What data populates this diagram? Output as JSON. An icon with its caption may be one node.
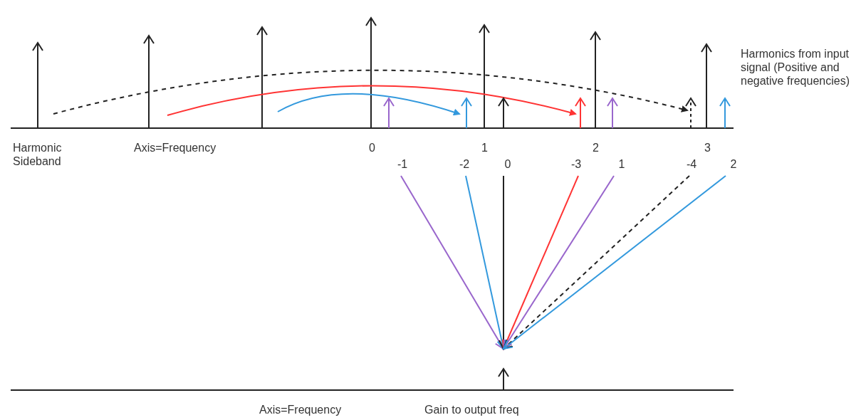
{
  "diagram": {
    "nodes": [
      {
        "text": [
          "-1"
        ]
      },
      {
        "text": [
          "-2"
        ]
      },
      {
        "text": [
          "0"
        ]
      },
      {
        "text": [
          "-3"
        ]
      },
      {
        "text": [
          "1"
        ]
      },
      {
        "text": [
          "-4"
        ]
      },
      {
        "text": [
          "2"
        ]
      }
    ],
    "edges": [
      {
        "from": 0,
        "to": null,
        "arrow": "to",
        "color": "#9966cc"
      },
      {
        "from": 1,
        "to": null,
        "arrow": "to",
        "color": "#3399dd"
      },
      {
        "from": 2,
        "to": null,
        "arrow": "to",
        "color": "#222222"
      },
      {
        "from": 3,
        "to": null,
        "arrow": "to",
        "color": "#ff3333"
      },
      {
        "from": 4,
        "to": null,
        "arrow": "to",
        "color": "#9966cc"
      },
      {
        "from": 5,
        "to": null,
        "arrow": "to",
        "color": "#222222",
        "style": "dashed"
      },
      {
        "from": 6,
        "to": null,
        "arrow": "to",
        "color": "#3399dd"
      }
    ],
    "labels": [
      "Harmonic Sideband",
      "Axis=Frequency",
      "0",
      "1",
      "2",
      "3",
      "Harmonics from input signal (Positive and negative frequencies)",
      "Axis=Frequency",
      "Gain to output freq"
    ]
  }
}
